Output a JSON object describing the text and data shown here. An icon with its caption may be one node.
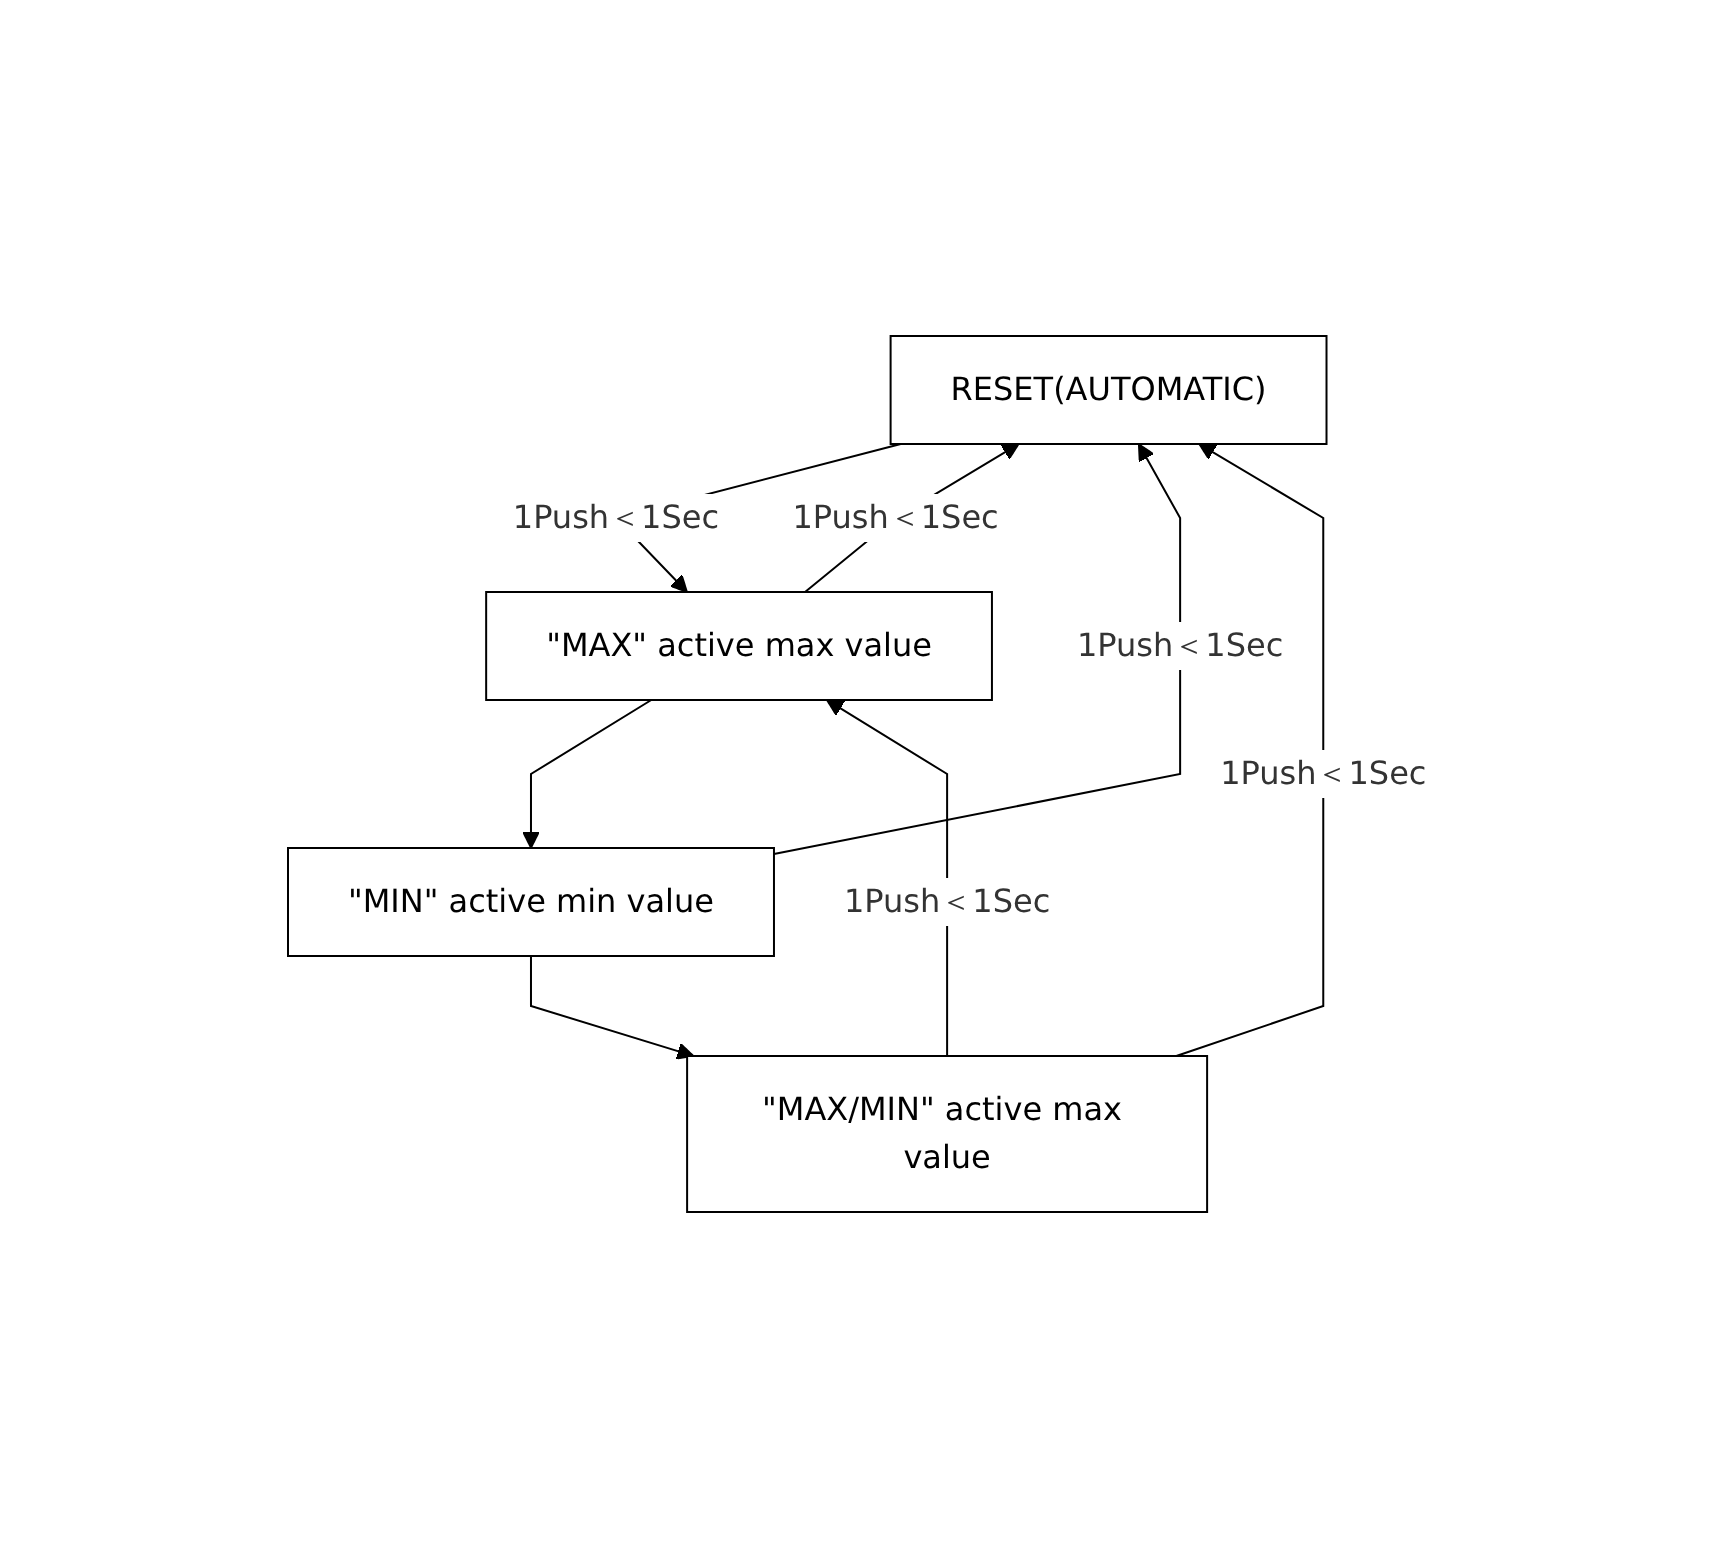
{
  "diagram": {
    "nodes": [
      {
        "text": [
          "RESET(AUTOMATIC)"
        ]
      },
      {
        "text": [
          "\"MIN\" active min value"
        ]
      },
      {
        "text": [
          "\"MAX\" active max value"
        ]
      },
      {
        "text": [
          "\"MAX/MIN\" active max value"
        ]
      }
    ],
    "edges": [
      {
        "from": 0,
        "to": 2,
        "arrow": "to",
        "label": "1Push＜1Sec"
      },
      {
        "from": 2,
        "to": 0,
        "arrow": "to",
        "label": "1Push＜1Sec"
      },
      {
        "from": 1,
        "to": 0,
        "arrow": "to",
        "label": "1Push＜1Sec"
      },
      {
        "from": 2,
        "to": 1,
        "arrow": "to"
      },
      {
        "from": 1,
        "to": 3,
        "arrow": "to"
      },
      {
        "from": 3,
        "to": 0,
        "arrow": "to",
        "label": "1Push＜1Sec"
      },
      {
        "from": 3,
        "to": 2,
        "arrow": "to",
        "label": "1Push＜1Sec"
      }
    ]
  }
}
